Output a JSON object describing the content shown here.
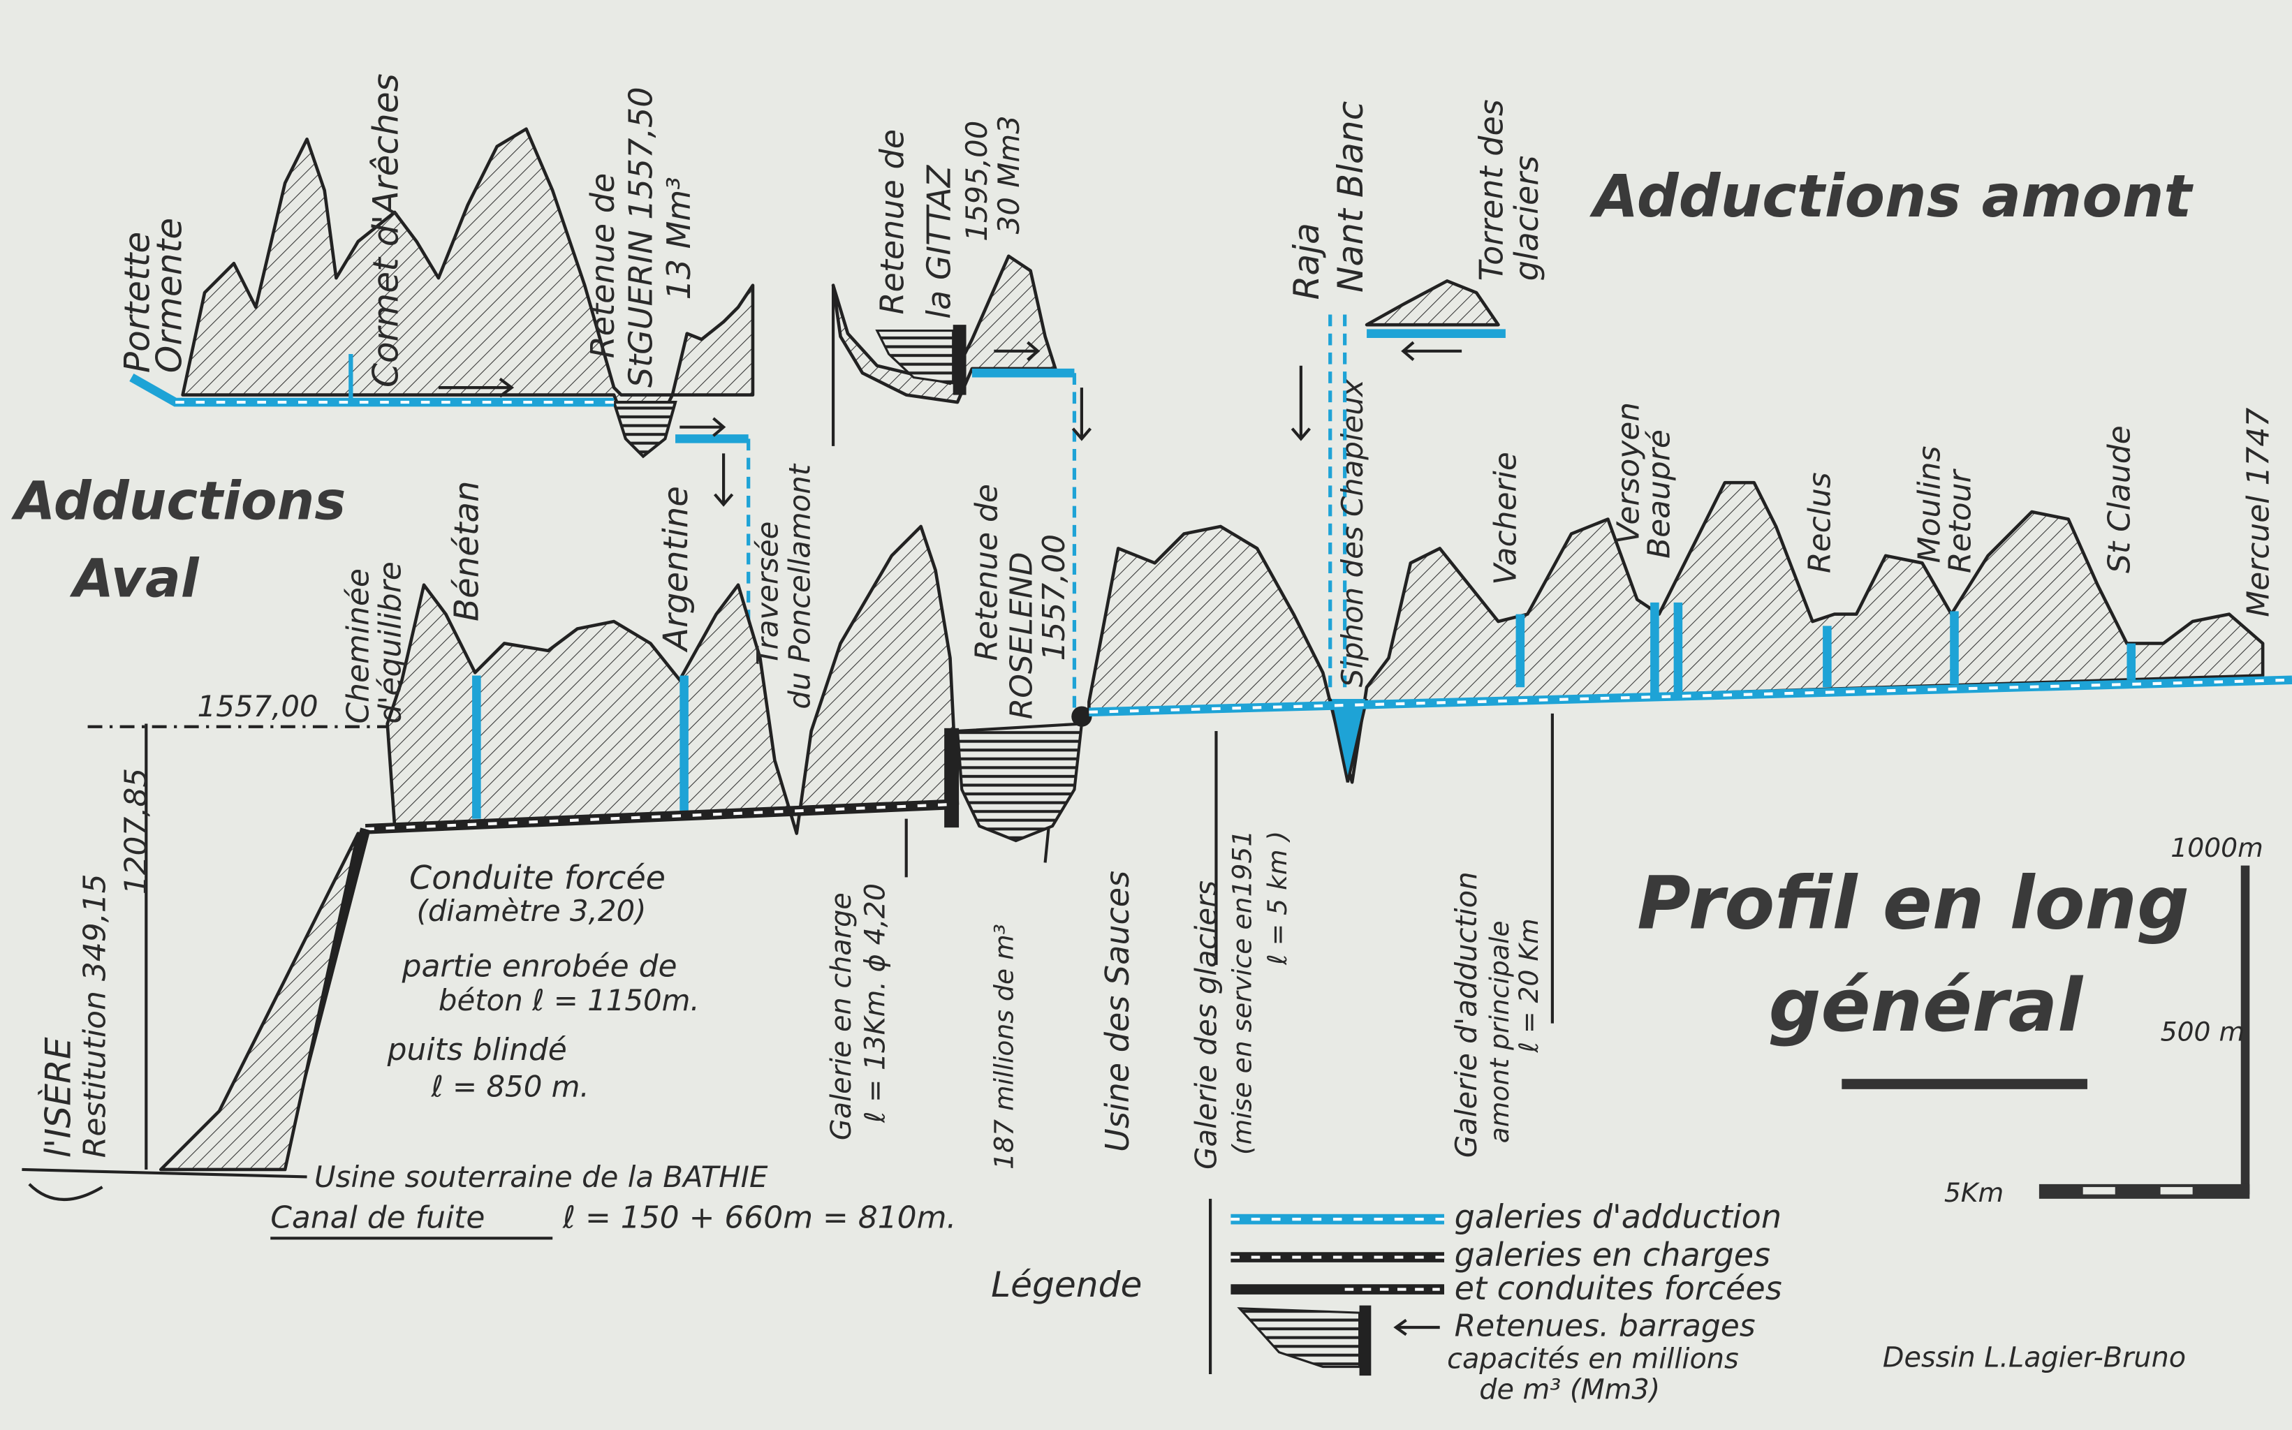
{
  "title": {
    "line1": "Profil en long",
    "line2": "général"
  },
  "sections": {
    "amont": "Adductions amont",
    "aval_1": "Adductions",
    "aval_2": "Aval"
  },
  "upper_labels": {
    "portette": "Portette",
    "ormente": "Ormente",
    "cormet": "Cormet d'Arêches",
    "st_guerin_1": "Retenue de",
    "st_guerin_2": "StGUERIN 1557,50",
    "st_guerin_3": "13 Mm³",
    "gittaz_1": "Retenue de",
    "gittaz_2": "la  GITTAZ",
    "gittaz_3": "1595,00",
    "gittaz_4": "30 Mm3",
    "raja": "Raja",
    "nant_blanc": "Nant Blanc",
    "torrent_1": "Torrent des",
    "torrent_2": "glaciers"
  },
  "main_labels": {
    "cheminee_1": "Cheminée",
    "cheminee_2": "d'équilibre",
    "benetan": "Bénétan",
    "argentine": "Argentine",
    "traversee_1": "Traversée",
    "traversee_2": "du Poncellamont",
    "roselend_1": "Retenue de",
    "roselend_2": "ROSELEND",
    "roselend_3": "1557,00",
    "siphon": "Siphon des Chapieux",
    "vacherie": "Vacherie",
    "versoyen": "Versoyen",
    "beaupre": "Beaupré",
    "reclus": "Reclus",
    "moulins": "Moulins",
    "retour": "Retour",
    "st_claude": "St Claude",
    "mercuel": "Mercuel 1747",
    "level_1557": "1557,00"
  },
  "lower_labels": {
    "isere": "l'ISÈRE",
    "restitution": "Restitution 349,15",
    "height": "1207,85",
    "conduite_1": "Conduite forcée",
    "conduite_2": "(diamètre 3,20)",
    "enrobee_1": "partie enrobée de",
    "enrobee_2": "béton  ℓ = 1150m.",
    "puits_1": "puits blindé",
    "puits_2": "ℓ = 850 m.",
    "usine_bathie": "Usine souterraine de la BATHIE",
    "canal": "Canal de fuite",
    "canal_len": "ℓ = 150 + 660m = 810m.",
    "galerie_charge_1": "Galerie en charge",
    "galerie_charge_2": "ℓ = 13Km. ϕ 4,20",
    "millions": "187 millions de m³",
    "usine_sauces": "Usine  des  Sauces",
    "glaciers_1": "Galerie des glaciers",
    "glaciers_2": "(mise en service en1951",
    "glaciers_3": "ℓ = 5 km )",
    "adduction_1": "Galerie d'adduction",
    "adduction_2": "amont principale",
    "adduction_3": "ℓ = 20 Km"
  },
  "scale": {
    "v_top": "1000m",
    "v_mid": "500 m",
    "h": "5Km"
  },
  "legend": {
    "title": "Légende",
    "items": [
      "galeries d'adduction",
      "galeries en charges",
      "et conduites forcées",
      "Retenues. barrages",
      "capacités en millions",
      "de m³ (Mm3)"
    ]
  },
  "credit": "Dessin L.Lagier-Bruno",
  "colors": {
    "adduction": "#1ea3d6",
    "charge": "#222222",
    "paper": "#e8eae5"
  }
}
